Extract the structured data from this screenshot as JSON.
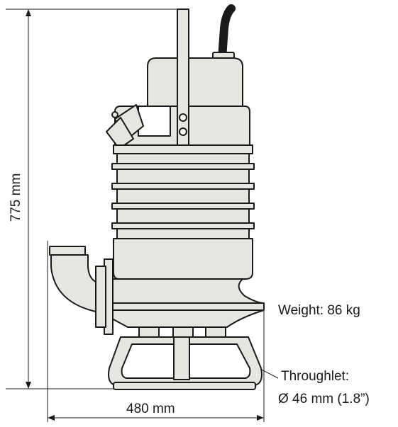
{
  "dimensions": {
    "height": "775 mm",
    "width": "480 mm"
  },
  "specs": {
    "weight": "Weight:  86 kg",
    "throughlet_label": "Throughlet:",
    "throughlet_value": "Ø 46 mm  (1.8”)"
  },
  "colors": {
    "body_fill": "#e6e6e1",
    "line": "#1a1a1a",
    "cable": "#1a1a1a"
  }
}
